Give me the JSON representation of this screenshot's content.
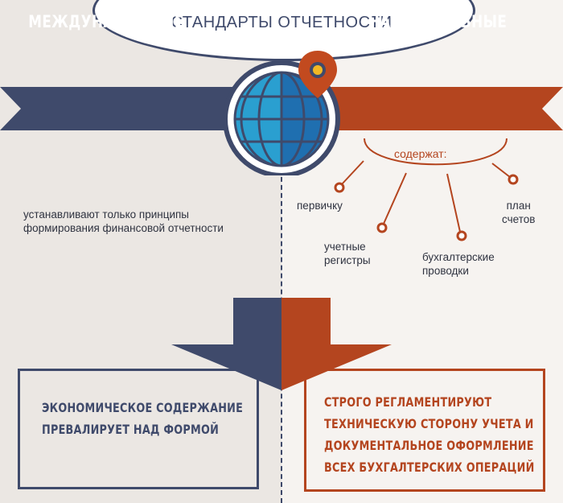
{
  "header": {
    "title": "СТАНДАРТЫ ОТЧЕТНОСТИ"
  },
  "left": {
    "banner": "МЕЖДУНАРОДНЫЕ",
    "description": "устанавливают только принципы формирования финансовой отчетности",
    "box_text": "ЭКОНОМИЧЕСКОЕ СОДЕРЖАНИЕ\nПРЕВАЛИРУЕТ НАД ФОРМОЙ"
  },
  "right": {
    "banner": "НАЦИОНАЛЬНЫЕ",
    "contains_label": "содержат:",
    "items": [
      "первичку",
      "учетные\nрегистры",
      "бухгалтерские\nпроводки",
      "план\nсчетов"
    ],
    "box_text": "СТРОГО РЕГЛАМЕНТИРУЮТ\nТЕХНИЧЕСКУЮ СТОРОНУ УЧЕТА  И\nДОКУМЕНТАЛЬНОЕ ОФОРМЛЕНИЕ\nВСЕХ БУХГАЛТЕРСКИХ ОПЕРАЦИЙ"
  },
  "colors": {
    "navy": "#3f4a6b",
    "rust": "#b4451f",
    "globe_light": "#2a9fd0",
    "globe_dark": "#1f6fb0",
    "pin": "#c24a1f"
  },
  "icons": {
    "globe": "globe-icon",
    "pin": "location-pin-icon",
    "node": "circle-node-icon"
  }
}
